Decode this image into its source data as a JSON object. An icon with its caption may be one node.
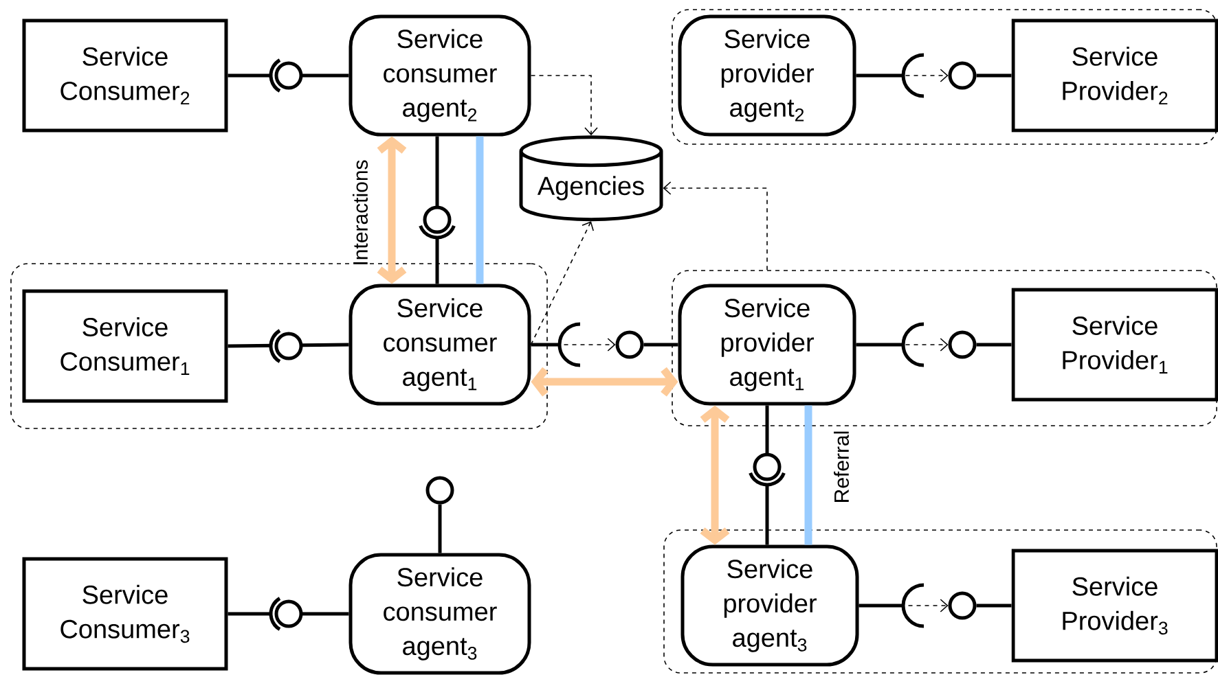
{
  "diagram": {
    "nodes": [
      {
        "text": [
          "Service Consumer$_{2}$"
        ]
      },
      {
        "text": [
          "Service consumer agent$_{2}$"
        ]
      },
      {
        "text": [],
        "shape": "box"
      },
      {
        "text": [
          "Service provider agent$_{2}$"
        ],
        "in": 2
      },
      {
        "text": [],
        "shape": "circle",
        "in": 2
      },
      {
        "text": [
          "Service Provider$_{2}$"
        ],
        "in": 2
      },
      {
        "text": [
          "Agencies"
        ]
      },
      {
        "text": [],
        "shape": "box"
      },
      {
        "text": [
          "Service Consumer$_{1}$"
        ],
        "in": 7
      },
      {
        "text": [
          "Service consumer agent$_{1}$"
        ],
        "in": 7
      },
      {
        "text": [],
        "shape": "circle"
      },
      {
        "text": [],
        "shape": "box"
      },
      {
        "text": [
          "Service provider agent$_{1}$"
        ],
        "in": 11
      },
      {
        "text": [],
        "shape": "circle",
        "in": 11
      },
      {
        "text": [
          "Service Provider$_{1}$"
        ],
        "in": 11
      },
      {
        "text": [],
        "shape": "circle"
      },
      {
        "text": [
          "Service Consumer$_{3}$"
        ]
      },
      {
        "text": [
          "Service consumer agent$_{3}$"
        ]
      },
      {
        "text": [],
        "shape": "box"
      },
      {
        "text": [
          "Service provider agent$_{3}$"
        ],
        "in": 18
      },
      {
        "text": [],
        "shape": "circle",
        "in": 18
      },
      {
        "text": [
          "Service Provider$_{3}$"
        ],
        "in": 18
      }
    ],
    "edges": [
      {
        "from": 0,
        "to": 1,
        "arrow": "none"
      },
      {
        "from": 1,
        "to": 9,
        "arrow": "none"
      },
      {
        "from": 1,
        "to": 9,
        "arrow": "both",
        "label": "Interactions",
        "style": "thick",
        "color": "#fdca98"
      },
      {
        "from": 1,
        "to": 9,
        "arrow": "none",
        "style": "thick",
        "color": "#99ccff"
      },
      {
        "from": 1,
        "to": 6,
        "arrow": "to",
        "style": "dashed"
      },
      {
        "from": 3,
        "to": 4,
        "arrow": "to",
        "style": "dashed"
      },
      {
        "from": 4,
        "to": 5,
        "arrow": "none"
      },
      {
        "from": 8,
        "to": 9,
        "arrow": "none"
      },
      {
        "from": 9,
        "to": 6,
        "arrow": "to",
        "style": "dashed"
      },
      {
        "from": 9,
        "to": 10,
        "arrow": "to",
        "style": "dashed"
      },
      {
        "from": 10,
        "to": 12,
        "arrow": "none"
      },
      {
        "from": 9,
        "to": 12,
        "arrow": "both",
        "style": "thick",
        "color": "#fdca98"
      },
      {
        "from": 11,
        "to": 6,
        "arrow": "to",
        "style": "dashed"
      },
      {
        "from": 12,
        "to": 13,
        "arrow": "to",
        "style": "dashed"
      },
      {
        "from": 13,
        "to": 14,
        "arrow": "none"
      },
      {
        "from": 12,
        "to": 19,
        "arrow": "both",
        "style": "thick",
        "color": "#fdca98"
      },
      {
        "from": 12,
        "to": 19,
        "arrow": "none"
      },
      {
        "from": 12,
        "to": 19,
        "arrow": "none",
        "label": "Referral",
        "style": "thick",
        "color": "#99ccff"
      },
      {
        "from": 16,
        "to": 17,
        "arrow": "none"
      },
      {
        "from": 17,
        "to": 15,
        "arrow": "none"
      },
      {
        "from": 19,
        "to": 20,
        "arrow": "to",
        "style": "dashed"
      },
      {
        "from": 20,
        "to": 21,
        "arrow": "none"
      }
    ]
  }
}
